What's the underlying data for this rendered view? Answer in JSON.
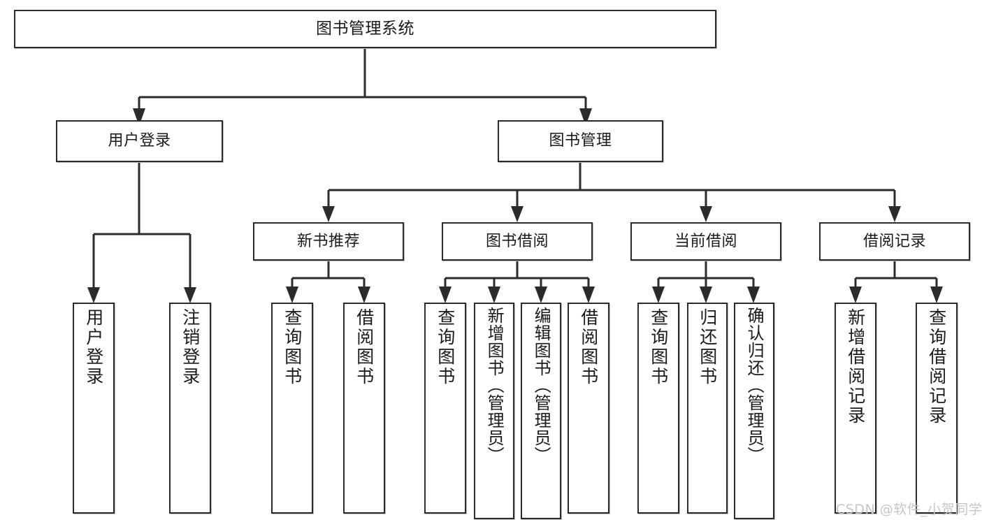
{
  "diagram": {
    "title": "图书管理系统",
    "type": "tree-hierarchy",
    "orientation": "top-down",
    "colors": {
      "node_border": "#2b2b2b",
      "node_fill": "#ffffff",
      "edge": "#2b2b2b",
      "text": "#1a1a1a",
      "watermark": "#c6c6c6",
      "background": "#ffffff"
    },
    "root": {
      "label": "图书管理系统"
    },
    "level2": [
      {
        "label": "用户登录"
      },
      {
        "label": "图书管理"
      }
    ],
    "level3": [
      {
        "label": "新书推荐"
      },
      {
        "label": "图书借阅"
      },
      {
        "label": "当前借阅"
      },
      {
        "label": "借阅记录"
      }
    ],
    "leaves": {
      "user_login": [
        {
          "label": "用户登录"
        },
        {
          "label": "注销登录"
        }
      ],
      "new_book_recommend": [
        {
          "label": "查询图书"
        },
        {
          "label": "借阅图书"
        }
      ],
      "book_borrow": [
        {
          "label": "查询图书"
        },
        {
          "label": "新增图书（管理员）"
        },
        {
          "label": "编辑图书（管理员）"
        },
        {
          "label": "借阅图书"
        }
      ],
      "current_borrow": [
        {
          "label": "查询图书"
        },
        {
          "label": "归还图书"
        },
        {
          "label": "确认归还（管理员）"
        }
      ],
      "borrow_record": [
        {
          "label": "新增借阅记录"
        },
        {
          "label": "查询借阅记录"
        }
      ]
    },
    "watermark": "CSDN @软件_小贺同学"
  }
}
